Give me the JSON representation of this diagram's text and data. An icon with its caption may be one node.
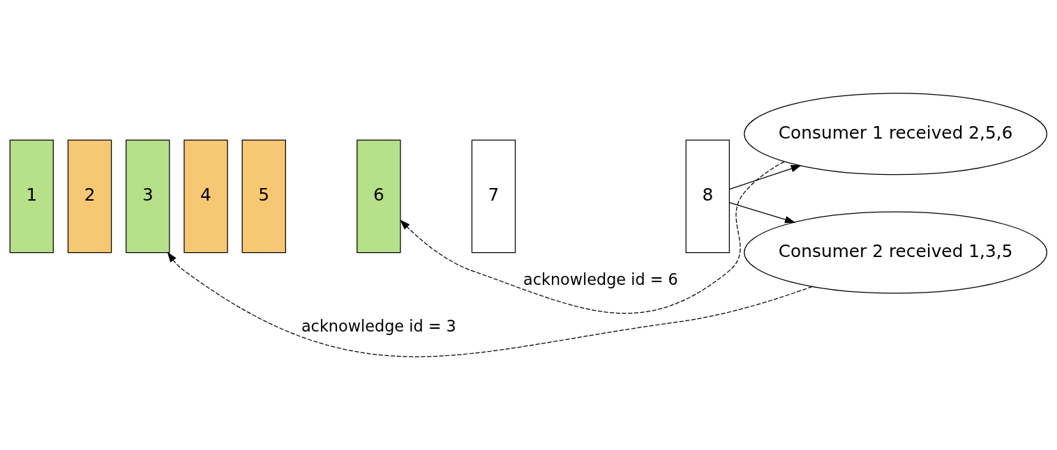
{
  "diagram": {
    "nodes": [
      {
        "text": [
          "1"
        ]
      },
      {
        "text": [
          "2"
        ]
      },
      {
        "text": [
          "3"
        ]
      },
      {
        "text": [
          "4"
        ]
      },
      {
        "text": [
          "5"
        ]
      },
      {
        "text": [
          "6"
        ]
      },
      {
        "text": [
          "7"
        ]
      },
      {
        "text": [
          "8"
        ]
      },
      {
        "text": [
          "Consumer 1 received 2,5,6"
        ]
      },
      {
        "text": [
          "Consumer 2 received 1,3,5"
        ]
      }
    ],
    "edges": [
      {
        "from": 7,
        "to": 8,
        "arrow": "to"
      },
      {
        "from": 7,
        "to": 9,
        "arrow": "to"
      },
      {
        "from": 8,
        "to": 5,
        "arrow": "to",
        "style": "dashed",
        "label": "acknowledge id = 6"
      },
      {
        "from": 9,
        "to": 2,
        "arrow": "to",
        "style": "dashed",
        "label": "acknowledge id = 3"
      }
    ]
  }
}
